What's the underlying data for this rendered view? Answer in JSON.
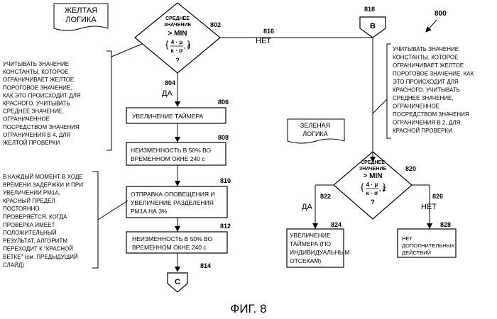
{
  "figure_caption": "ФИГ. 8",
  "figure_ref": "800",
  "yellow_logic": {
    "title_line1": "ЖЕЛТАЯ",
    "title_line2": "ЛОГИКА",
    "decision": {
      "line1": "СРЕДНЕЕ",
      "line2": "ЗНАЧЕНИЕ",
      "op": "> MIN",
      "frac_num": "4 · μ",
      "frac_den": "κ · σ",
      "arg2": ", 4",
      "q": "?",
      "ref": "802"
    },
    "yes_ref": "804",
    "yes_label": "ДА",
    "no_ref": "816",
    "no_label": "НЕТ",
    "note_left": [
      "УЧИТЫВАТЬ ЗНАЧЕНИЕ",
      "КОНСТАНТЫ, КОТОРОЕ",
      "ОГРАНИЧИВАЕТ ЖЕЛТОЕ",
      "ПОРОГОВОЕ ЗНАЧЕНИЕ,",
      "КАК ЭТО ПРОИСХОДИТ ДЛЯ",
      "КРАСНОГО. УЧИТЫВАТЬ",
      "СРЕДНЕЕ ЗНАЧЕНИЕ,",
      "ОГРАНИЧЕННОЕ",
      "ПОСРЕДСТВОМ ЗНАЧЕНИЯ",
      "ОГРАНИЧЕНИЯ В 4, ДЛЯ",
      "ЖЕЛТОЙ ПРОВЕРКИ"
    ],
    "note_left2": [
      "В КАЖДЫЙ МОМЕНТ В ХОДЕ",
      "ВРЕМЕНИ ЗАДЕРЖКИ И ПРИ",
      "УВЕЛИЧЕНИИ PM1A,",
      "КРАСНЫЙ ПРЕДЕЛ",
      "ПОСТОЯННО",
      "ПРОВЕРЯЕТСЯ. КОГДА",
      "ПРОВЕРКА ИМЕЕТ",
      "ПОЛОЖИТЕЛЬНЫЙ",
      "РЕЗУЛЬТАТ, АЛГОРИТМ",
      "ПЕРЕХОДИТ К \"КРАСНОЙ",
      "ВЕТКЕ\" (см. ПРЕДЫДУЩИЙ",
      "СЛАЙД)"
    ],
    "box806": {
      "ref": "806",
      "lines": [
        "УВЕЛИЧЕНИЕ ТАЙМЕРА"
      ]
    },
    "box808": {
      "ref": "808",
      "lines": [
        "НЕИЗМЕННОСТЬ В 50% ВО",
        "ВРЕМЕННОМ ОКНЕ 240 с"
      ]
    },
    "box810": {
      "ref": "810",
      "lines": [
        "ОТПРАВКА ОПОВЕЩЕНИЯ И",
        "УВЕЛИЧЕНИЕ РАЗДЕЛЕНИЯ",
        "PM1A НА 3%"
      ]
    },
    "box812": {
      "ref": "812",
      "lines": [
        "НЕИЗМЕННОСТЬ В 50% ВО",
        "ВРЕМЕННОМ ОКНЕ 240 с"
      ]
    },
    "connector": {
      "label": "C",
      "ref": "814"
    }
  },
  "green_logic": {
    "title_line1": "ЗЕЛЕНАЯ",
    "title_line2": "ЛОГИКА",
    "connector": {
      "label": "B",
      "ref": "818"
    },
    "note_right": [
      "УЧИТЫВАТЬ ЗНАЧЕНИЕ",
      "КОНСТАНТЫ, КОТОРОЕ",
      "ОГРАНИЧИВАЕТ ЖЕЛТОЕ",
      "ПОРОГОВОЕ ЗНАЧЕНИЕ, КАК",
      "ЭТО ПРОИСХОДИТ ДЛЯ",
      "КРАСНОГО. УЧИТЫВАТЬ",
      "СРЕДНЕЕ ЗНАЧЕНИЕ,",
      "ОГРАНИЧЕННОЕ",
      "ПОСРЕДСТВОМ ЗНАЧЕНИЯ",
      "ОГРАНИЧЕНИЯ В 2, ДЛЯ",
      "КРАСНОЙ ПРОВЕРКИ"
    ],
    "decision": {
      "line1": "СРЕДНЕЕ",
      "line2": "ЗНАЧЕНИЕ",
      "op": "> MIN",
      "frac_num": "4 · μ",
      "frac_den": "κ · σ",
      "arg2": ", 2",
      "q": "?",
      "ref": "820"
    },
    "yes_ref": "822",
    "yes_label": "ДА",
    "no_ref": "826",
    "no_label": "НЕТ",
    "box824": {
      "ref": "824",
      "lines": [
        "УВЕЛИЧЕНИЕ",
        "ТАЙМЕРА (ПО",
        "ИНДИВИДУАЛЬНЫМ",
        "ОТСЕКАМ)"
      ]
    },
    "box828": {
      "ref": "828",
      "lines": [
        "НЕТ",
        "ДОПОЛНИТЕЛЬНЫХ",
        "ДЕЙСТВИЙ"
      ]
    }
  }
}
